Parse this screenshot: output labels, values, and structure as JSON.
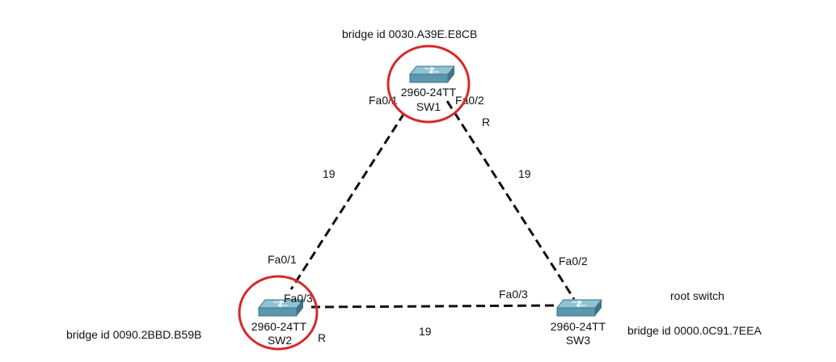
{
  "colors": {
    "link": "#111111",
    "highlight_circle": "#d62a2a",
    "switch_body": "#5b97ad",
    "switch_top": "#8fc3d4",
    "switch_dark": "#3f7387"
  },
  "switches": {
    "sw1": {
      "model": "2960-24TT",
      "name": "SW1",
      "bridge_id": "bridge id  0030.A39E.E8CB",
      "icon": "switch-icon"
    },
    "sw2": {
      "model": "2960-24TT",
      "name": "SW2",
      "bridge_id": "bridge id  0090.2BBD.B59B",
      "icon": "switch-icon"
    },
    "sw3": {
      "model": "2960-24TT",
      "name": "SW3",
      "bridge_id": "bridge id  0000.0C91.7EEA",
      "icon": "switch-icon",
      "note": "root switch"
    }
  },
  "links": {
    "sw1_sw2": {
      "cost": "19",
      "port_a": "Fa0/1",
      "port_b": "Fa0/1"
    },
    "sw1_sw3": {
      "cost": "19",
      "port_a": "Fa0/2",
      "port_b": "Fa0/2"
    },
    "sw2_sw3": {
      "cost": "19",
      "port_a": "Fa0/3",
      "port_b": "Fa0/3"
    }
  },
  "root_port_markers": {
    "sw1": "R",
    "sw2": "R"
  }
}
